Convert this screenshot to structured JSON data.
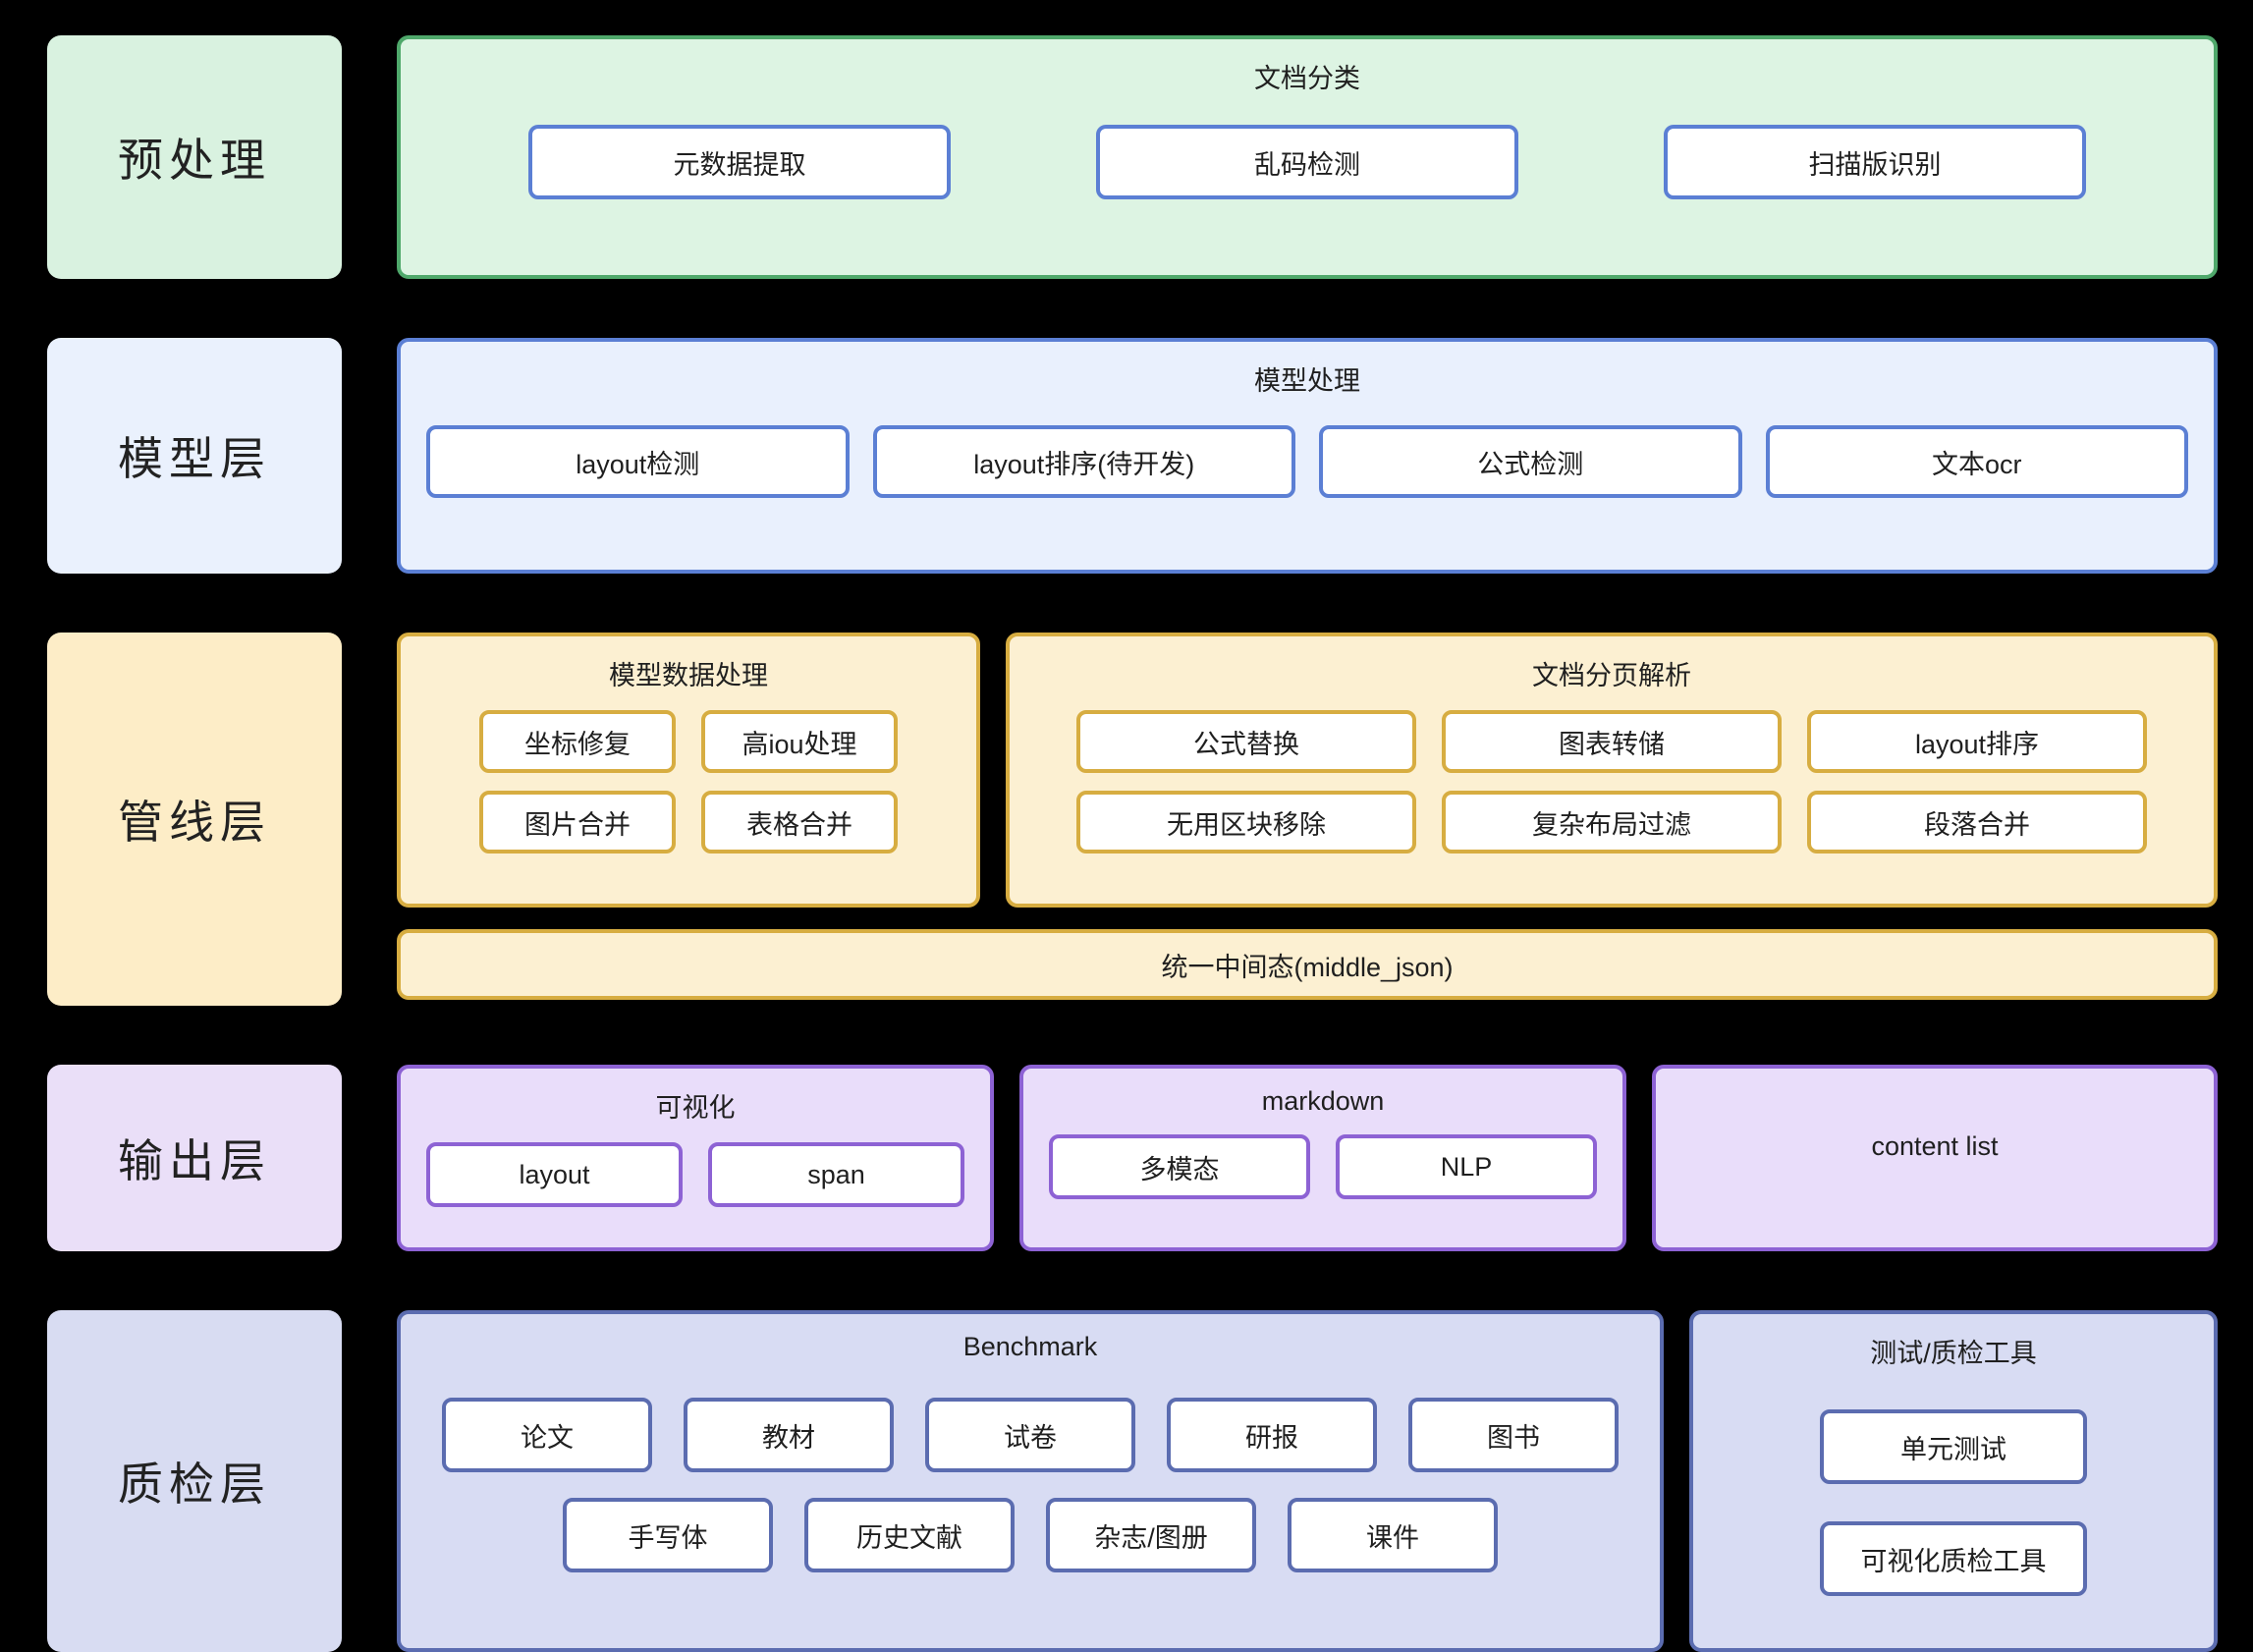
{
  "diagram": {
    "background_color": "#000000",
    "layers": [
      {
        "label": "预处理",
        "tone": "green",
        "accent": "#4fa86b",
        "panels": [
          {
            "title": "文档分类",
            "chips": [
              "元数据提取",
              "乱码检测",
              "扫描版识别"
            ]
          }
        ]
      },
      {
        "label": "模型层",
        "tone": "blue",
        "accent": "#5b7fd4",
        "panels": [
          {
            "title": "模型处理",
            "chips": [
              "layout检测",
              "layout排序(待开发)",
              "公式检测",
              "文本ocr"
            ]
          }
        ]
      },
      {
        "label": "管线层",
        "tone": "yellow",
        "accent": "#d7ad41",
        "panels": [
          {
            "title": "模型数据处理",
            "rows": [
              [
                "坐标修复",
                "高iou处理"
              ],
              [
                "图片合并",
                "表格合并"
              ]
            ]
          },
          {
            "title": "文档分页解析",
            "rows": [
              [
                "公式替换",
                "图表转储",
                "layout排序"
              ],
              [
                "无用区块移除",
                "复杂布局过滤",
                "段落合并"
              ]
            ]
          }
        ],
        "bar": "统一中间态(middle_json)"
      },
      {
        "label": "输出层",
        "tone": "purple",
        "accent": "#8d62d4",
        "panels": [
          {
            "title": "可视化",
            "chips": [
              "layout",
              "span"
            ]
          },
          {
            "title": "markdown",
            "chips": [
              "多模态",
              "NLP"
            ]
          },
          {
            "title": "content list",
            "chips": []
          }
        ]
      },
      {
        "label": "质检层",
        "tone": "peri",
        "accent": "#5b6cb0",
        "panels": [
          {
            "title": "Benchmark",
            "rows": [
              [
                "论文",
                "教材",
                "试卷",
                "研报",
                "图书"
              ],
              [
                "手写体",
                "历史文献",
                "杂志/图册",
                "课件"
              ]
            ]
          },
          {
            "title": "测试/质检工具",
            "rows": [
              [
                "单元测试"
              ],
              [
                "可视化质检工具"
              ]
            ]
          }
        ]
      }
    ]
  }
}
